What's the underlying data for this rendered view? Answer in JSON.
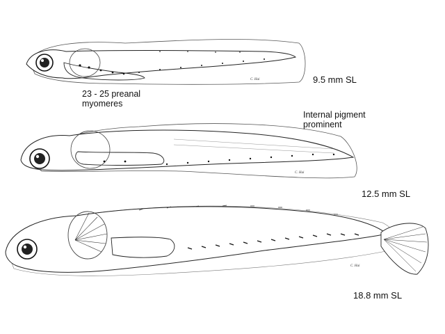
{
  "figure": {
    "specimens": [
      {
        "size_label": "9.5 mm SL",
        "annotation": [
          "23 - 25 preanal",
          "myomeres"
        ],
        "artist_signature": "C. Hui"
      },
      {
        "size_label": "12.5 mm SL",
        "annotation": [
          "Internal pigment",
          "prominent"
        ],
        "artist_signature": "C. Hui"
      },
      {
        "size_label": "18.8 mm SL",
        "artist_signature": "C. Hui"
      }
    ]
  }
}
